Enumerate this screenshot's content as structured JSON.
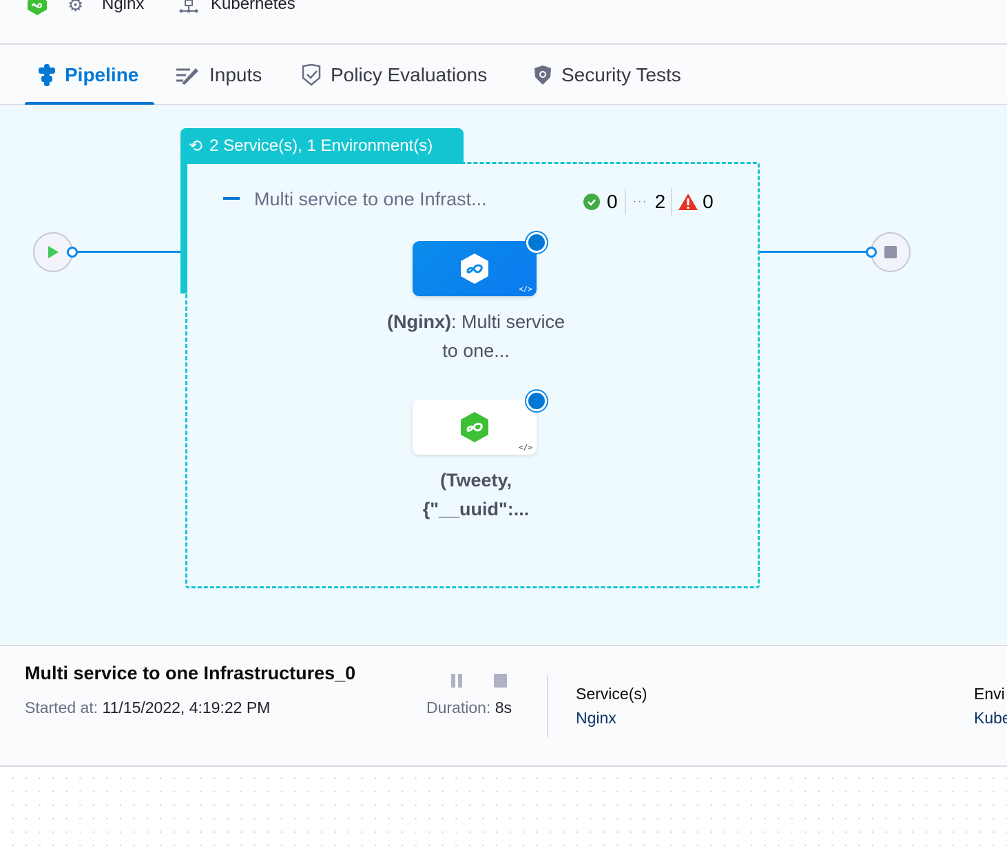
{
  "topbar": {
    "service": "Nginx",
    "infrastructure": "Kubernetes"
  },
  "tabs": [
    {
      "label": "Pipeline",
      "icon": "pipeline-icon",
      "active": true
    },
    {
      "label": "Inputs",
      "icon": "inputs-icon"
    },
    {
      "label": "Policy Evaluations",
      "icon": "policy-shield-check-icon"
    },
    {
      "label": "Security Tests",
      "icon": "security-shield-icon"
    }
  ],
  "graph": {
    "group_header": "2 Service(s), 1 Environment(s)",
    "stage_name": "Multi service to one Infrast...",
    "counts": {
      "success": "0",
      "running": "2",
      "failed": "0"
    },
    "steps": [
      {
        "label_bold": "(Nginx)",
        "label_rest": ": Multi service to one...",
        "status": "running",
        "color": "#0a8bea"
      },
      {
        "label_bold": "(Tweety, {\"__uuid\":...",
        "label_rest": "",
        "status": "running",
        "color": "#ffffff"
      }
    ]
  },
  "footer": {
    "title": "Multi service to one Infrastructures_0",
    "started_label": "Started at",
    "started_value": "11/15/2022, 4:19:22 PM",
    "duration_label": "Duration:",
    "duration_value": "8s",
    "services_label": "Service(s)",
    "services_value": "Nginx",
    "env_label": "Envi",
    "env_value": "Kube"
  },
  "colors": {
    "accent": "#0278d5",
    "group": "#13c5d1",
    "canvas": "#effafe",
    "success": "#42ab45",
    "failed": "#e43326"
  }
}
